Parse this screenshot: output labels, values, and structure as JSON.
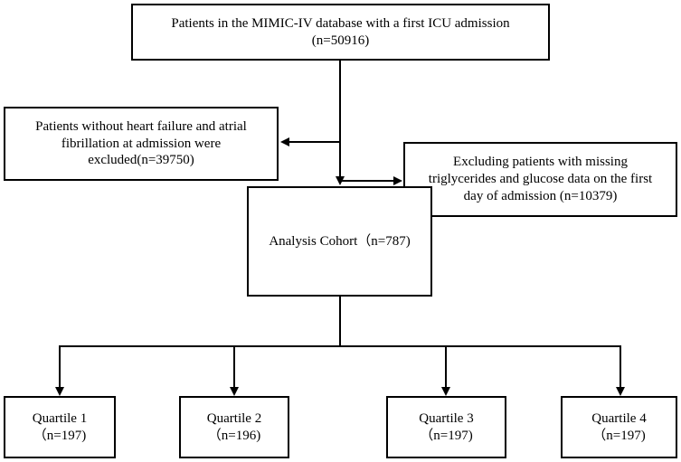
{
  "diagram": {
    "top_box": {
      "line1": "Patients in the MIMIC-IV database with a first ICU admission",
      "line2": "(n=50916)"
    },
    "exclusion_left": {
      "line1": "Patients without heart failure and atrial",
      "line2": "fibrillation at admission were",
      "line3": "excluded(n=39750)"
    },
    "exclusion_right": {
      "line1": "Excluding patients with missing",
      "line2": "triglycerides and  glucose data on the first",
      "line3": "day of admission   (n=10379)"
    },
    "cohort": {
      "label": "Analysis Cohort（n=787)"
    },
    "quartiles": [
      {
        "label": "Quartile 1",
        "count": "（n=197)"
      },
      {
        "label": "Quartile 2",
        "count": "（n=196)"
      },
      {
        "label": "Quartile 3",
        "count": "（n=197)"
      },
      {
        "label": "Quartile 4",
        "count": "（n=197)"
      }
    ]
  }
}
